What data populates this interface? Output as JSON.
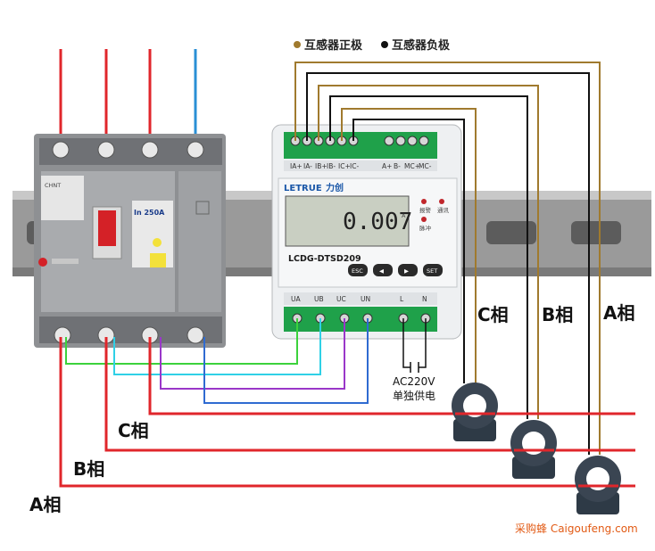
{
  "legend": {
    "positive": {
      "label": "互感器正极",
      "color": "#a07a2e"
    },
    "negative": {
      "label": "互感器负极",
      "color": "#111111"
    }
  },
  "breaker": {
    "rating": "In 250A",
    "brand_small": "CHNT"
  },
  "meter": {
    "brand": "LETRUE",
    "brand_cn": "力创",
    "model": "LCDG-DTSD209",
    "display_value": "0.007",
    "display_unit": "A",
    "indicators": [
      "报警",
      "通讯",
      "脉冲"
    ],
    "buttons": {
      "esc": "ESC",
      "left": "◀",
      "right": "▶",
      "set": "SET"
    },
    "top_terminals": [
      "IA+",
      "IA-",
      "IB+",
      "IB-",
      "IC+",
      "IC-",
      "",
      "A+",
      "B-",
      "MC+",
      "MC-"
    ],
    "bottom_terminals": [
      "UA",
      "UB",
      "UC",
      "UN",
      "L",
      "N"
    ]
  },
  "power_supply": {
    "voltage": "AC220V",
    "note": "单独供电"
  },
  "phases": {
    "ct_labels": [
      "C相",
      "B相",
      "A相"
    ],
    "line_labels": [
      "C相",
      "B相",
      "A相"
    ]
  },
  "colors": {
    "phase_red": "#e0262b",
    "neutral_blue": "#2a8fd6",
    "ua_green": "#3cd23c",
    "ub_cyan": "#2fd0e6",
    "uc_purple": "#9a37c9",
    "un_blue": "#2f6bd1"
  },
  "watermark": "采购蜂 Caigoufeng.com"
}
